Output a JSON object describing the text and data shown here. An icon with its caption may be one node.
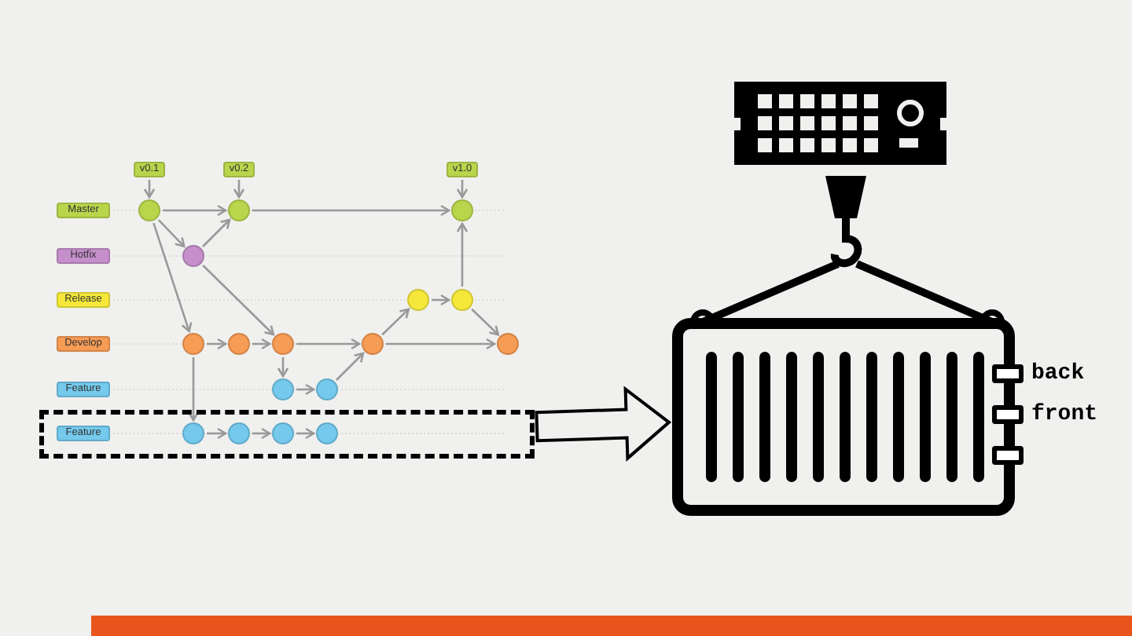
{
  "diagram": {
    "nodes": [
      {
        "text": [
          "v0.1"
        ]
      },
      {
        "text": [
          "v0.2"
        ]
      },
      {
        "text": [
          "v1.0"
        ]
      },
      {
        "text": [
          "Master"
        ]
      },
      {
        "text": [],
        "shape": "circle"
      },
      {
        "text": [],
        "shape": "circle"
      },
      {
        "text": [],
        "shape": "circle"
      },
      {
        "text": [
          "Hotfix"
        ]
      },
      {
        "text": [],
        "shape": "circle"
      },
      {
        "text": [
          "Release"
        ]
      },
      {
        "text": [],
        "shape": "circle"
      },
      {
        "text": [],
        "shape": "circle"
      },
      {
        "text": [
          "Develop"
        ]
      },
      {
        "text": [],
        "shape": "circle"
      },
      {
        "text": [],
        "shape": "circle"
      },
      {
        "text": [],
        "shape": "circle"
      },
      {
        "text": [],
        "shape": "circle"
      },
      {
        "text": [],
        "shape": "circle"
      },
      {
        "text": [
          "Feature"
        ]
      },
      {
        "text": [],
        "shape": "circle"
      },
      {
        "text": [],
        "shape": "circle"
      },
      {
        "text": [],
        "shape": "box"
      },
      {
        "text": [
          "Feature"
        ],
        "in": 21
      },
      {
        "text": [],
        "shape": "circle",
        "in": 21
      },
      {
        "text": [],
        "shape": "circle",
        "in": 21
      },
      {
        "text": [],
        "shape": "circle",
        "in": 21
      },
      {
        "text": [],
        "shape": "circle",
        "in": 21
      },
      {
        "text": [],
        "shape": "picture"
      },
      {
        "text": [],
        "shape": "box",
        "beside": [
          "back"
        ]
      },
      {
        "text": [],
        "shape": "box",
        "beside": [
          "front"
        ]
      },
      {
        "text": [],
        "shape": "box"
      }
    ],
    "edges": [
      {
        "from": 0,
        "to": 4,
        "arrow": "to"
      },
      {
        "from": 1,
        "to": 5,
        "arrow": "to"
      },
      {
        "from": 2,
        "to": 6,
        "arrow": "to"
      },
      {
        "from": 4,
        "to": 5,
        "arrow": "to"
      },
      {
        "from": 5,
        "to": 6,
        "arrow": "to"
      },
      {
        "from": 4,
        "to": 8,
        "arrow": "to"
      },
      {
        "from": 8,
        "to": 5,
        "arrow": "to"
      },
      {
        "from": 4,
        "to": 13,
        "arrow": "to"
      },
      {
        "from": 8,
        "to": 15,
        "arrow": "to"
      },
      {
        "from": 13,
        "to": 14,
        "arrow": "to"
      },
      {
        "from": 14,
        "to": 15,
        "arrow": "to"
      },
      {
        "from": 15,
        "to": 16,
        "arrow": "to"
      },
      {
        "from": 16,
        "to": 17,
        "arrow": "to"
      },
      {
        "from": 15,
        "to": 19,
        "arrow": "to"
      },
      {
        "from": 19,
        "to": 20,
        "arrow": "to"
      },
      {
        "from": 20,
        "to": 16,
        "arrow": "to"
      },
      {
        "from": 16,
        "to": 10,
        "arrow": "to"
      },
      {
        "from": 10,
        "to": 11,
        "arrow": "to"
      },
      {
        "from": 11,
        "to": 17,
        "arrow": "to"
      },
      {
        "from": 11,
        "to": 6,
        "arrow": "to"
      },
      {
        "from": 13,
        "to": 23,
        "arrow": "to"
      },
      {
        "from": 23,
        "to": 24,
        "arrow": "to"
      },
      {
        "from": 24,
        "to": 25,
        "arrow": "to"
      },
      {
        "from": 25,
        "to": 26,
        "arrow": "to"
      },
      {
        "from": 21,
        "to": 27,
        "arrow": "to",
        "style": "thick",
        "color": "#000000"
      }
    ]
  }
}
